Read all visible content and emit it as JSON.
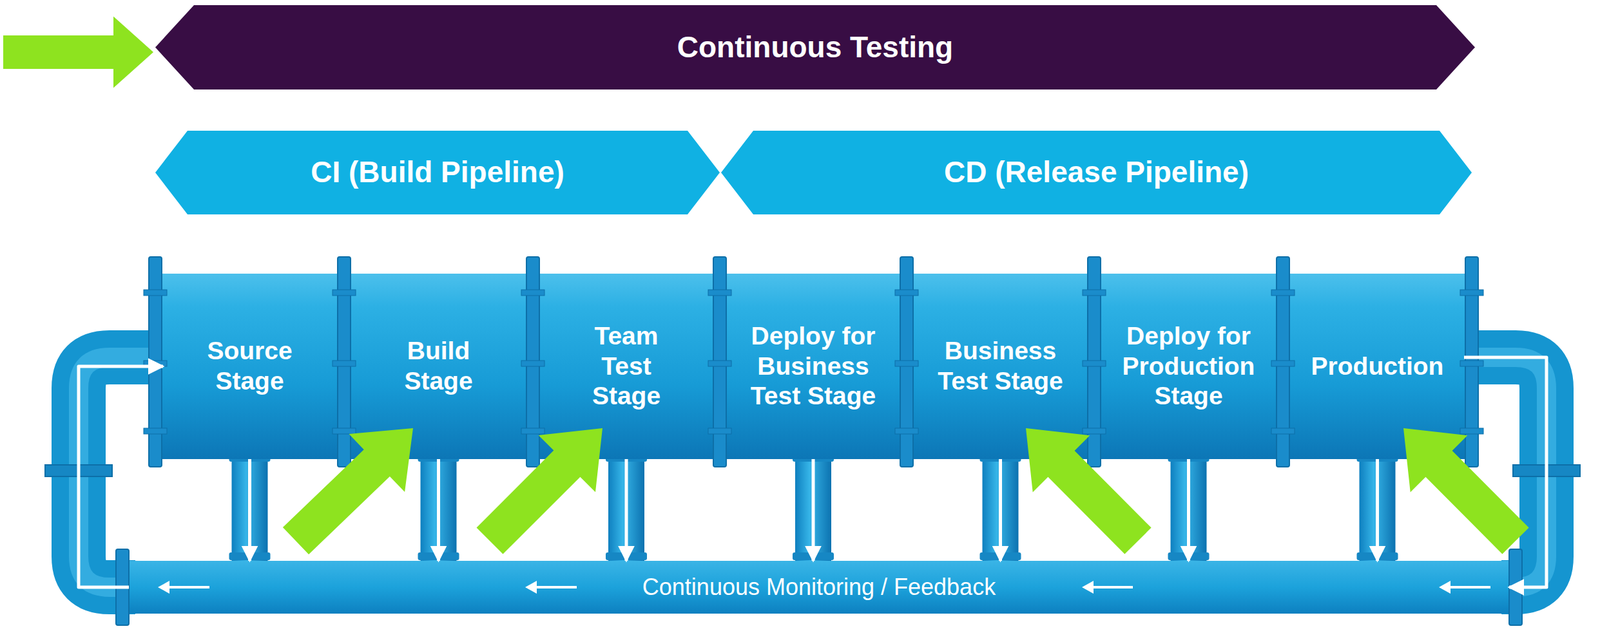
{
  "diagram": {
    "nodes": [
      {
        "text": [
          "Continuous Testing"
        ]
      },
      {
        "text": [
          "CI (Build Pipeline)"
        ]
      },
      {
        "text": [
          "CD (Release Pipeline)"
        ]
      },
      {
        "text": [
          "Source Stage"
        ]
      },
      {
        "text": [
          "Build Stage"
        ]
      },
      {
        "text": [
          "Team Test Stage"
        ]
      },
      {
        "text": [
          "Deploy for Business Test Stage"
        ]
      },
      {
        "text": [
          "Business Test Stage"
        ]
      },
      {
        "text": [
          "Deploy for Production Stage"
        ]
      },
      {
        "text": [
          "Production"
        ]
      },
      {
        "text": [
          "Continuous Monitoring / Feedback"
        ]
      }
    ],
    "edges": [
      {
        "from": 3,
        "to": 10,
        "arrow": "to"
      },
      {
        "from": 4,
        "to": 10,
        "arrow": "to"
      },
      {
        "from": 5,
        "to": 10,
        "arrow": "to"
      },
      {
        "from": 6,
        "to": 10,
        "arrow": "to"
      },
      {
        "from": 7,
        "to": 10,
        "arrow": "to"
      },
      {
        "from": 8,
        "to": 10,
        "arrow": "to"
      },
      {
        "from": 9,
        "to": 10,
        "arrow": "to"
      },
      {
        "from": 10,
        "to": 3,
        "arrow": "to"
      },
      {
        "from": 9,
        "to": 10,
        "arrow": "to"
      }
    ]
  }
}
